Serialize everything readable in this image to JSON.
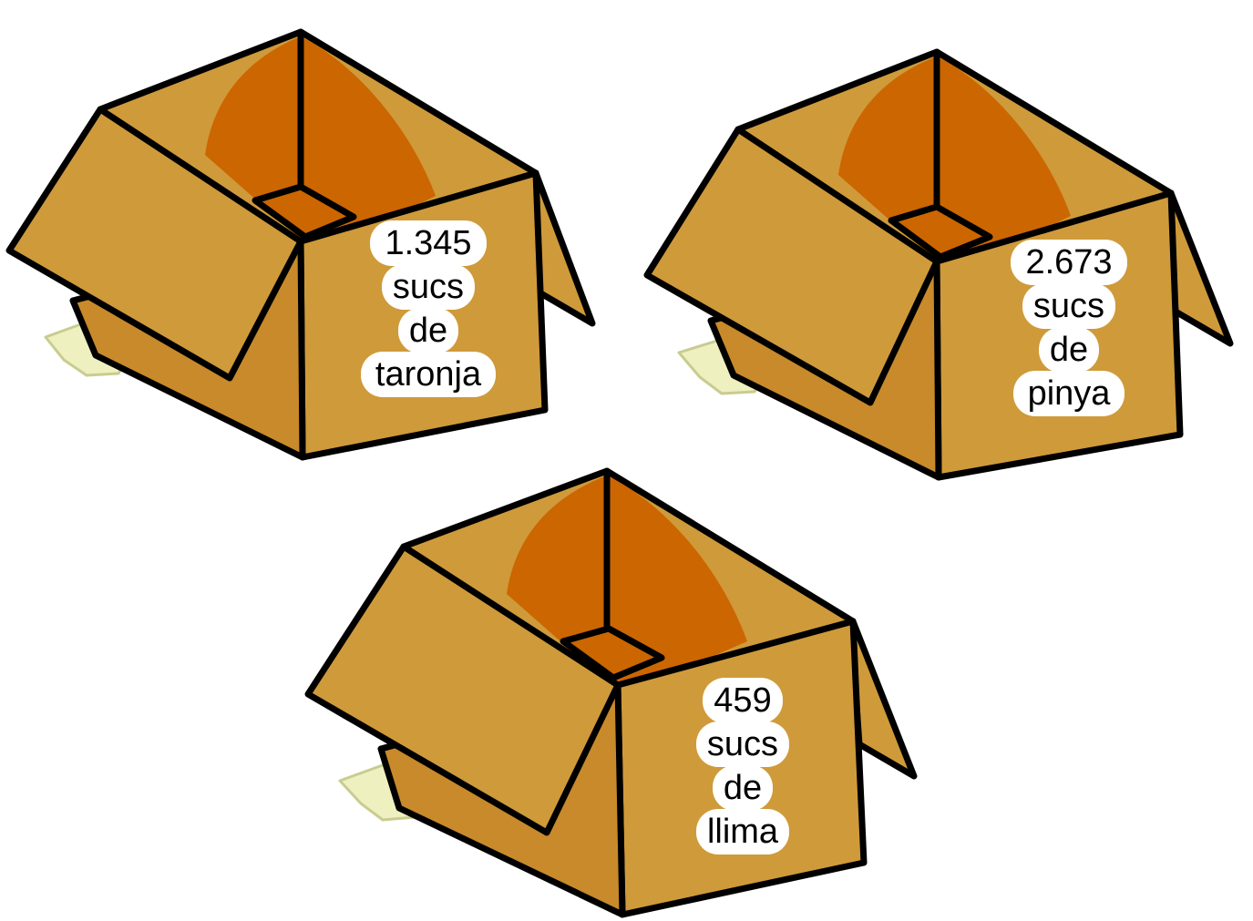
{
  "colors": {
    "cardboard": "#CF9A3A",
    "cardboard_inner": "#C88A2A",
    "box_interior": "#CC6600",
    "outline": "#000000",
    "tape": "#EEF0C0",
    "label_bg": "#FFFFFF"
  },
  "boxes": [
    {
      "quantity": "1.345",
      "line2": "sucs",
      "line3": "de",
      "fruit": "taronja"
    },
    {
      "quantity": "2.673",
      "line2": "sucs",
      "line3": "de",
      "fruit": "pinya"
    },
    {
      "quantity": "459",
      "line2": "sucs",
      "line3": "de",
      "fruit": "llima"
    }
  ]
}
